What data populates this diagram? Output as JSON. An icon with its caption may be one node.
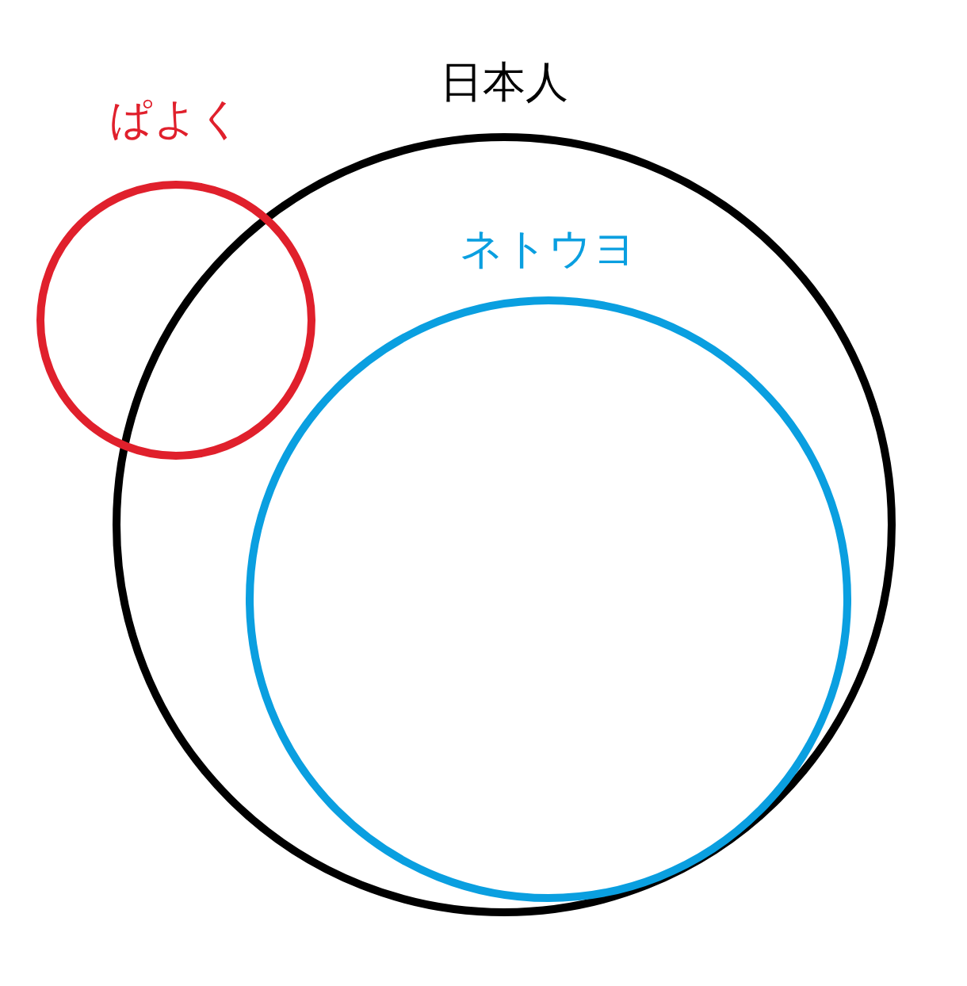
{
  "diagram": {
    "nodes": [
      {
        "text": [
          "日本人"
        ]
      },
      {
        "text": [
          "ぱよく"
        ]
      },
      {
        "text": [
          "ネトウヨ"
        ],
        "in": 0
      }
    ]
  }
}
